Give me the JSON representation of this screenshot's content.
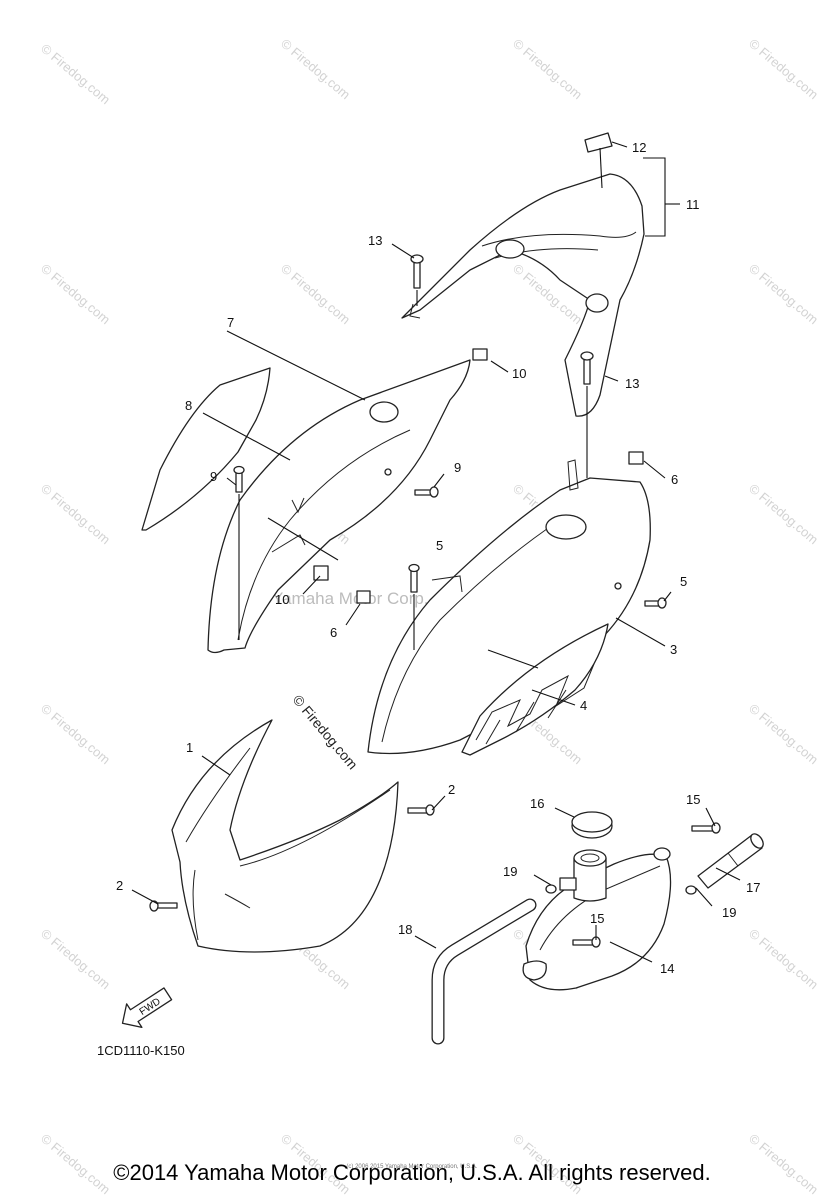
{
  "diagram": {
    "code": "1CD1110-K150",
    "arrow_label": "FWD",
    "center_watermark": "Yamaha Motor Corp., U.S.A.",
    "site_mark": "© Firedog.com",
    "tile_watermark": "© Firedog.com",
    "copyright": "©2014 Yamaha Motor Corporation, U.S.A. All rights reserved.",
    "small_credit": "(c) 2006 2015 Yamaha Motor Corporation, U.S.A."
  },
  "callouts": {
    "c1": "1",
    "c2a": "2",
    "c2b": "2",
    "c3": "3",
    "c4": "4",
    "c5a": "5",
    "c5b": "5",
    "c6a": "6",
    "c6b": "6",
    "c7": "7",
    "c8": "8",
    "c9a": "9",
    "c9b": "9",
    "c10a": "10",
    "c10b": "10",
    "c11": "11",
    "c12": "12",
    "c13a": "13",
    "c13b": "13",
    "c14": "14",
    "c15a": "15",
    "c15b": "15",
    "c16": "16",
    "c17": "17",
    "c18": "18",
    "c19a": "19",
    "c19b": "19"
  }
}
